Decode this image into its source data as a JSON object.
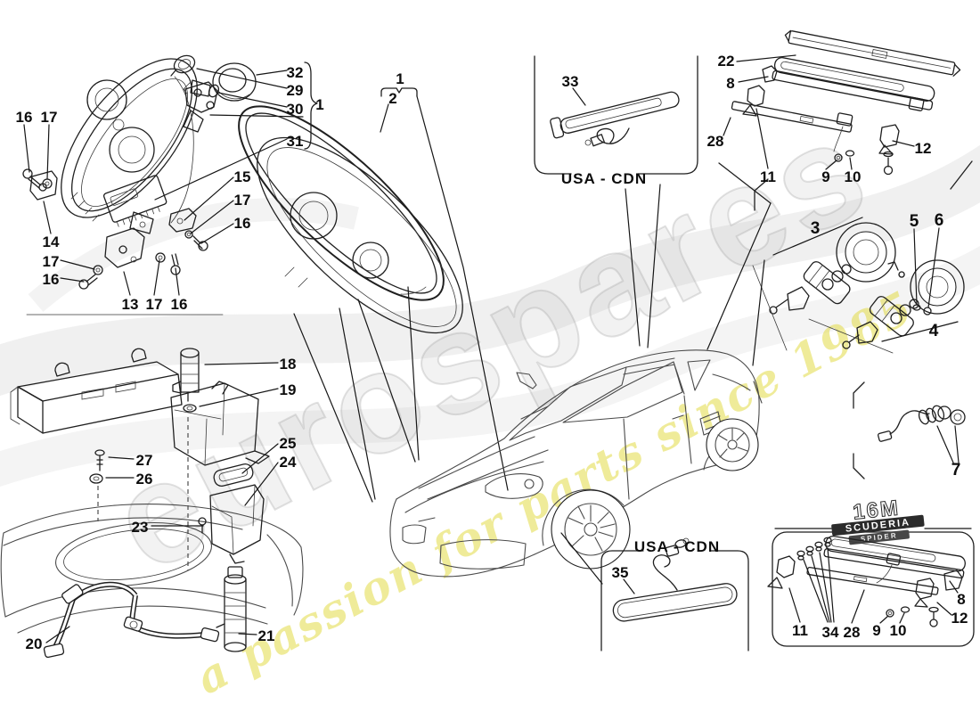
{
  "watermark": {
    "brand": "eurospares",
    "tagline": "a passion for parts since 1985",
    "brand_color": "#bdbdbd",
    "tagline_color": "#e2da46"
  },
  "badge": {
    "model": "16M",
    "line2": "SCUDERIA",
    "line3": "SPIDER"
  },
  "sections": {
    "usa_cdn_top": "USA - CDN",
    "usa_cdn_bottom": "USA - CDN"
  },
  "callouts": {
    "hl_32": "32",
    "hl_29": "29",
    "hl_30": "30",
    "hl_1": "1",
    "hl_31": "31",
    "hl_16a": "16",
    "hl_17a": "17",
    "hl_14": "14",
    "hl_17b": "17",
    "hl_16b": "16",
    "hl_13": "13",
    "hl_17c": "17",
    "hl_16c": "16",
    "hl_15": "15",
    "hl_17d": "17",
    "hl_16d": "16",
    "gk_1": "1",
    "gk_2": "2",
    "cb_33": "33",
    "rs_22": "22",
    "rs_8": "8",
    "rs_28": "28",
    "rs_11": "11",
    "rs_9": "9",
    "rs_10": "10",
    "rs_12": "12",
    "tl_3": "3",
    "tl_5": "5",
    "tl_6": "6",
    "tl_4": "4",
    "bulb_7": "7",
    "wa_18": "18",
    "wa_19": "19",
    "wa_27": "27",
    "wa_26": "26",
    "wa_25": "25",
    "wa_24": "24",
    "wa_23": "23",
    "wa_20": "20",
    "wa_21": "21",
    "sm_35": "35",
    "br_11": "11",
    "br_34": "34",
    "br_28": "28",
    "br_9": "9",
    "br_10": "10",
    "br_8": "8",
    "br_12": "12"
  }
}
